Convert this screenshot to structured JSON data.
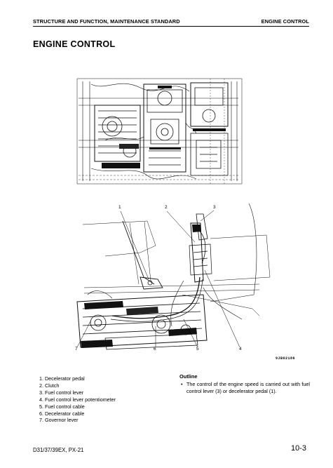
{
  "header": {
    "section": "STRUCTURE AND FUNCTION, MAINTENANCE STANDARD",
    "chapter": "ENGINE CONTROL"
  },
  "page_title": "ENGINE CONTROL",
  "figure": {
    "code": "9JB02186",
    "callouts": [
      "1",
      "2",
      "3",
      "4",
      "5",
      "6",
      "7"
    ]
  },
  "parts": [
    "1. Decelerator pedal",
    "2. Clutch",
    "3. Fuel control lever",
    "4. Fuel control lever potentiometer",
    "5. Fuel control cable",
    "6. Decelerator cable",
    "7. Governor lever"
  ],
  "outline": {
    "heading": "Outline",
    "bullet": "•",
    "text": "The control of the engine speed is carried out with fuel control lever (3) or decelerator pedal (1)."
  },
  "footer": {
    "model": "D31/37/39EX, PX-21",
    "page": "10-3"
  }
}
